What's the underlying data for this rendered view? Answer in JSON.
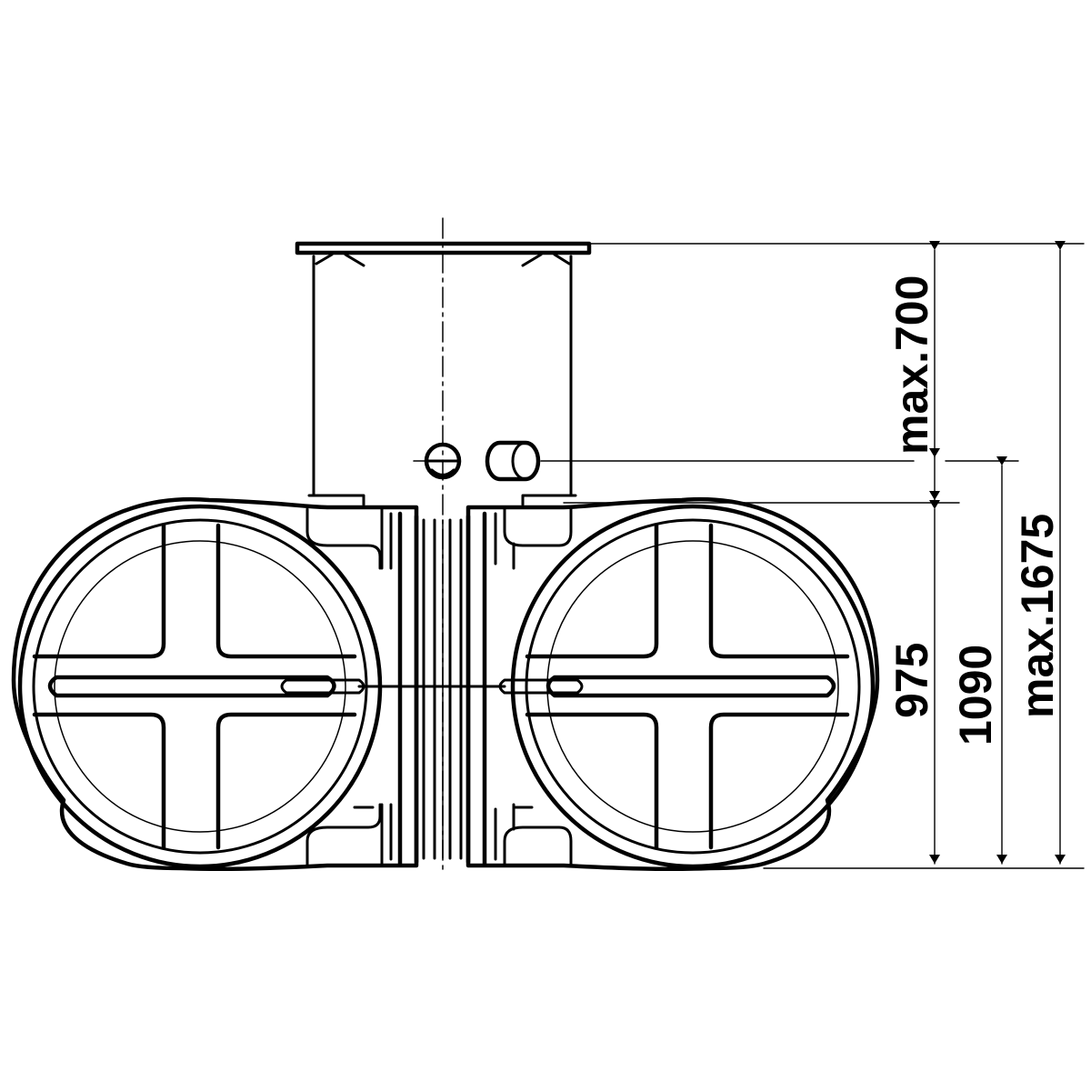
{
  "dimensions": {
    "riser_height": "max.700",
    "tank_height": "975",
    "inlet_height": "1090",
    "total_height": "max.1675"
  },
  "colors": {
    "line": "#000000",
    "background": "#ffffff"
  }
}
